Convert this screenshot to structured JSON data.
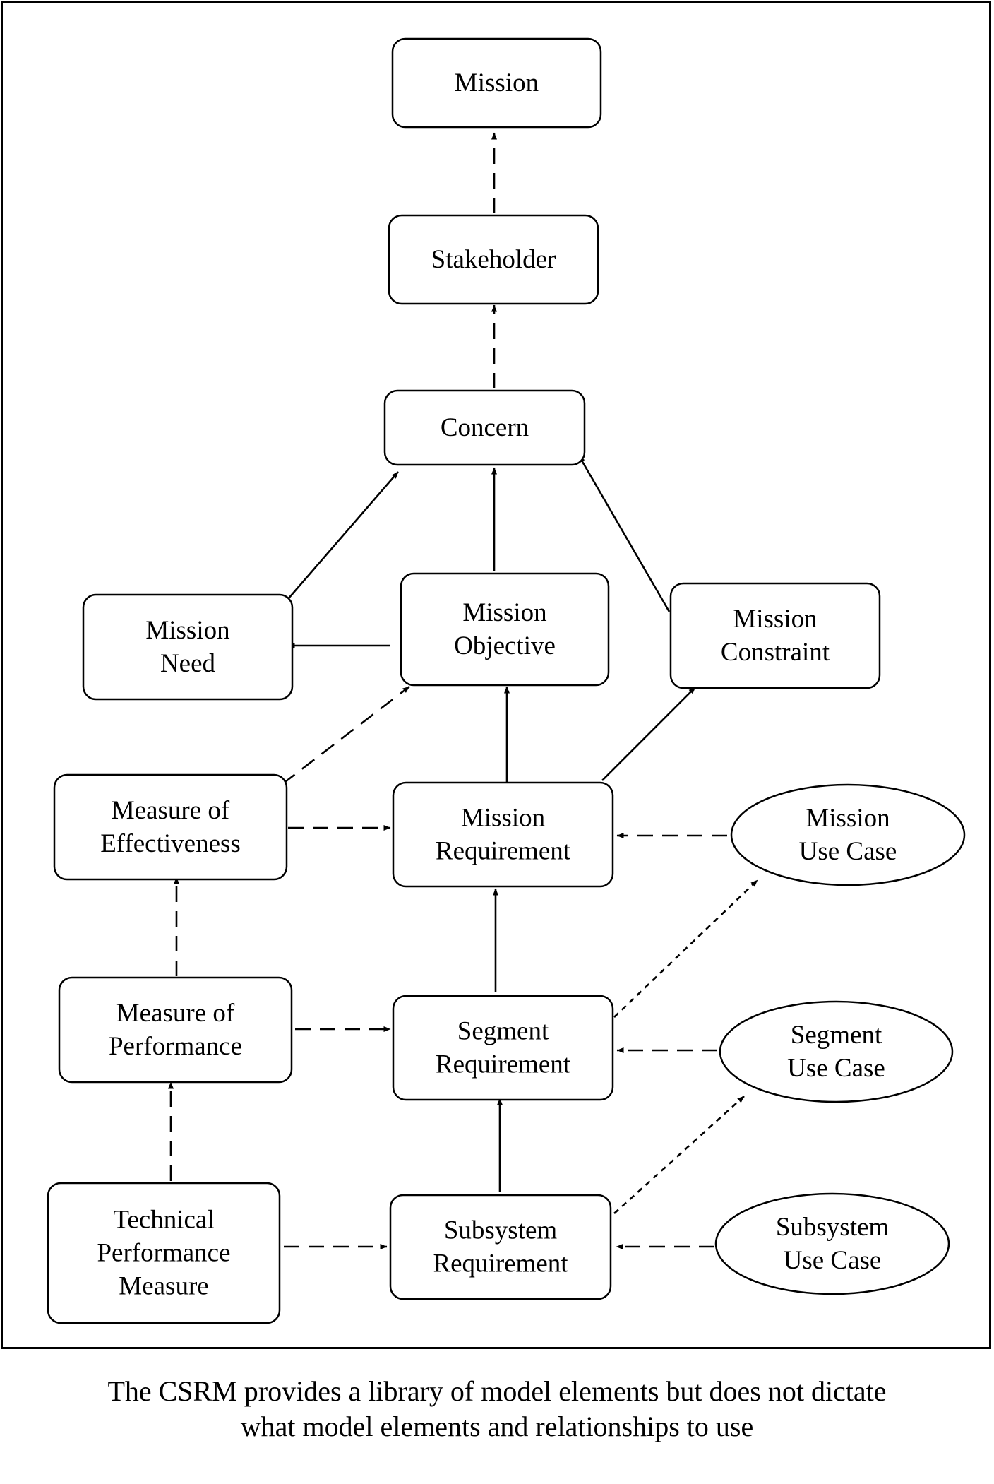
{
  "nodes": [
    {
      "id": "mission",
      "shape": "rect",
      "lines": [
        "Mission"
      ]
    },
    {
      "id": "stakeholder",
      "shape": "rect",
      "lines": [
        "Stakeholder"
      ]
    },
    {
      "id": "concern",
      "shape": "rect",
      "lines": [
        "Concern"
      ]
    },
    {
      "id": "mission-need",
      "shape": "rect",
      "lines": [
        "Mission",
        "Need"
      ]
    },
    {
      "id": "mission-objective",
      "shape": "rect",
      "lines": [
        "Mission",
        "Objective"
      ]
    },
    {
      "id": "mission-constraint",
      "shape": "rect",
      "lines": [
        "Mission",
        "Constraint"
      ]
    },
    {
      "id": "measure-of-effectiveness",
      "shape": "rect",
      "lines": [
        "Measure of",
        "Effectiveness"
      ]
    },
    {
      "id": "mission-requirement",
      "shape": "rect",
      "lines": [
        "Mission",
        "Requirement"
      ]
    },
    {
      "id": "mission-use-case",
      "shape": "ellipse",
      "lines": [
        "Mission",
        "Use Case"
      ]
    },
    {
      "id": "measure-of-performance",
      "shape": "rect",
      "lines": [
        "Measure of",
        "Performance"
      ]
    },
    {
      "id": "segment-requirement",
      "shape": "rect",
      "lines": [
        "Segment",
        "Requirement"
      ]
    },
    {
      "id": "segment-use-case",
      "shape": "ellipse",
      "lines": [
        "Segment",
        "Use Case"
      ]
    },
    {
      "id": "technical-performance-measure",
      "shape": "rect",
      "lines": [
        "Technical",
        "Performance",
        "Measure"
      ]
    },
    {
      "id": "subsystem-requirement",
      "shape": "rect",
      "lines": [
        "Subsystem",
        "Requirement"
      ]
    },
    {
      "id": "subsystem-use-case",
      "shape": "ellipse",
      "lines": [
        "Subsystem",
        "Use Case"
      ]
    }
  ],
  "edges": [
    {
      "from": "stakeholder",
      "to": "mission",
      "style": "dashed"
    },
    {
      "from": "concern",
      "to": "stakeholder",
      "style": "dashed"
    },
    {
      "from": "mission-need",
      "to": "concern",
      "style": "solid"
    },
    {
      "from": "mission-objective",
      "to": "concern",
      "style": "solid"
    },
    {
      "from": "mission-constraint",
      "to": "concern",
      "style": "solid"
    },
    {
      "from": "mission-objective",
      "to": "mission-need",
      "style": "solid"
    },
    {
      "from": "measure-of-effectiveness",
      "to": "mission-objective",
      "style": "dashed"
    },
    {
      "from": "mission-requirement",
      "to": "mission-objective",
      "style": "solid"
    },
    {
      "from": "mission-requirement",
      "to": "mission-constraint",
      "style": "solid"
    },
    {
      "from": "measure-of-effectiveness",
      "to": "mission-requirement",
      "style": "dashed"
    },
    {
      "from": "mission-use-case",
      "to": "mission-requirement",
      "style": "dashed"
    },
    {
      "from": "measure-of-performance",
      "to": "measure-of-effectiveness",
      "style": "dashed"
    },
    {
      "from": "segment-requirement",
      "to": "mission-requirement",
      "style": "solid"
    },
    {
      "from": "segment-requirement",
      "to": "mission-use-case",
      "style": "dotted"
    },
    {
      "from": "measure-of-performance",
      "to": "segment-requirement",
      "style": "dashed"
    },
    {
      "from": "segment-use-case",
      "to": "segment-requirement",
      "style": "dashed"
    },
    {
      "from": "technical-performance-measure",
      "to": "measure-of-performance",
      "style": "dashed"
    },
    {
      "from": "subsystem-requirement",
      "to": "segment-requirement",
      "style": "solid"
    },
    {
      "from": "subsystem-requirement",
      "to": "segment-use-case",
      "style": "dotted"
    },
    {
      "from": "technical-performance-measure",
      "to": "subsystem-requirement",
      "style": "dashed"
    },
    {
      "from": "subsystem-use-case",
      "to": "subsystem-requirement",
      "style": "dashed"
    }
  ],
  "caption": {
    "line1": "The CSRM provides a library of model elements but does not dictate",
    "line2": "what model elements and relationships to use"
  }
}
